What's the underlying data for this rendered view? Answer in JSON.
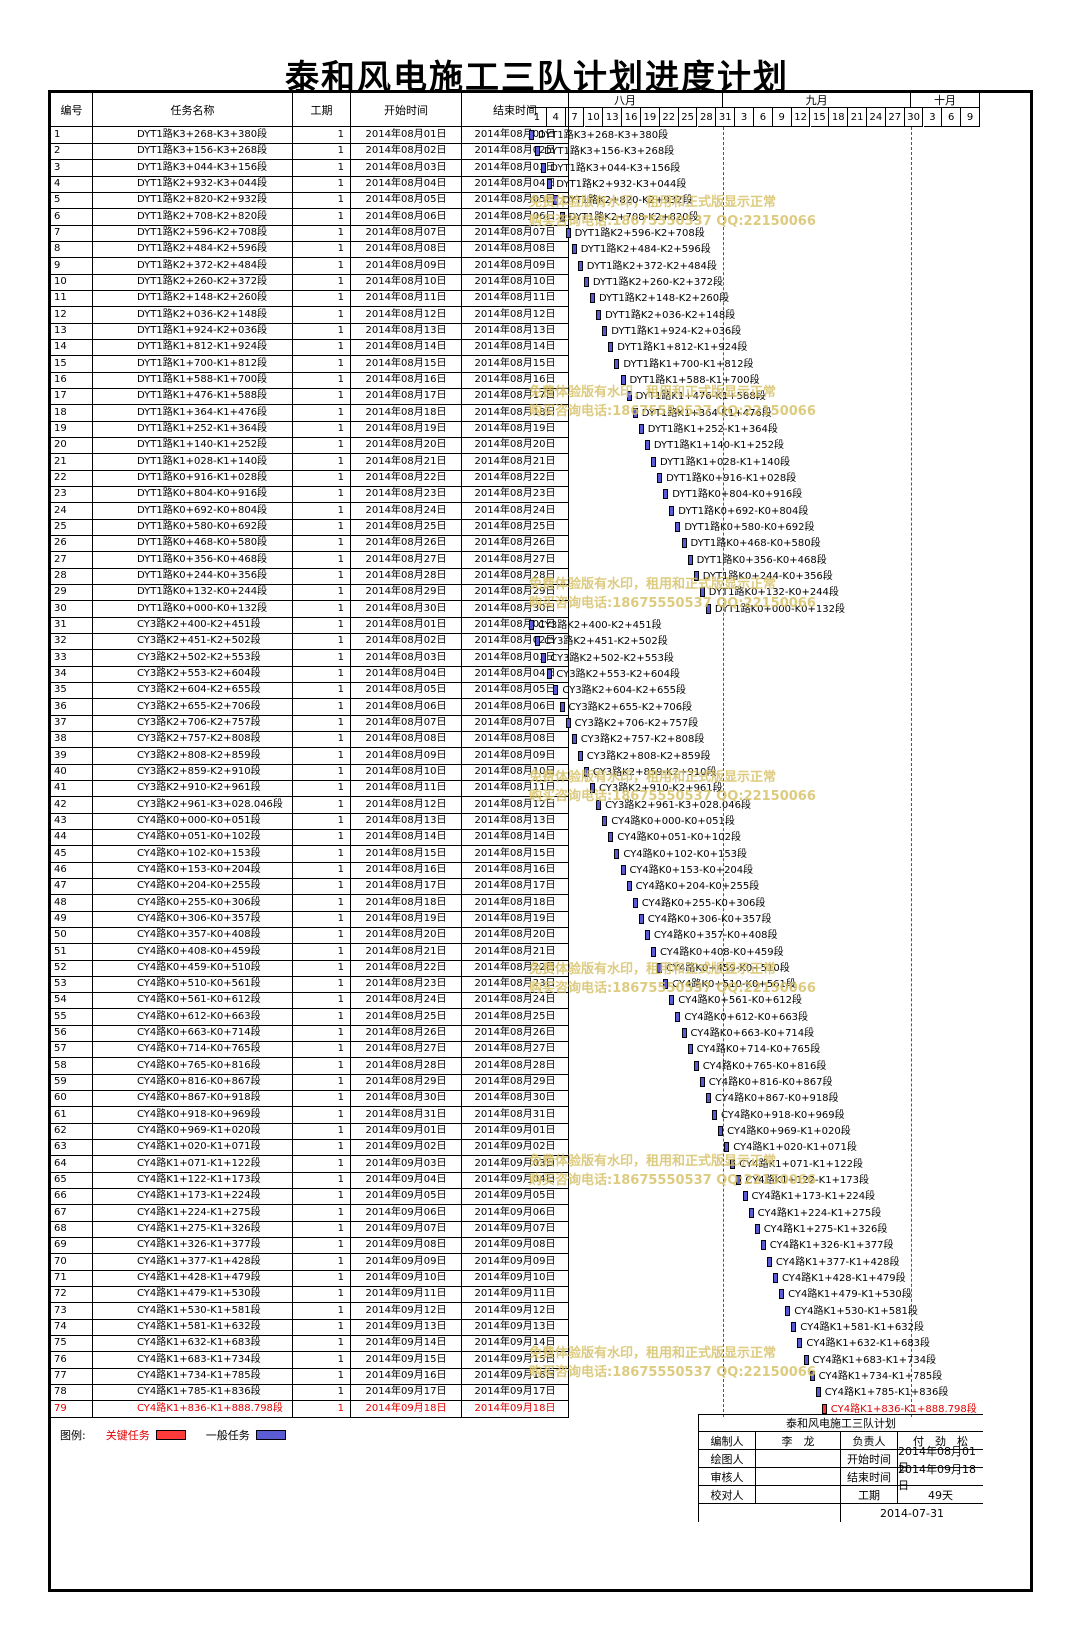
{
  "title": "泰和风电施工三队计划进度计划",
  "headers": {
    "no": "编号",
    "name": "任务名称",
    "duration": "工期",
    "start": "开始时间",
    "end": "结束时间"
  },
  "months": [
    "八月",
    "九月",
    "十月"
  ],
  "day_ticks": [
    "1",
    "4",
    "7",
    "10",
    "13",
    "16",
    "19",
    "22",
    "25",
    "28",
    "31",
    "3",
    "6",
    "9",
    "12",
    "15",
    "18",
    "21",
    "24",
    "27",
    "30",
    "3",
    "6",
    "9"
  ],
  "tasks": [
    {
      "no": "1",
      "name": "DYT1路K3+268-K3+380段",
      "duration": "1",
      "start": "2014年08月01日",
      "end": "2014年08月01日",
      "day": 0,
      "critical": false
    },
    {
      "no": "2",
      "name": "DYT1路K3+156-K3+268段",
      "duration": "1",
      "start": "2014年08月02日",
      "end": "2014年08月02日",
      "day": 1,
      "critical": false
    },
    {
      "no": "3",
      "name": "DYT1路K3+044-K3+156段",
      "duration": "1",
      "start": "2014年08月03日",
      "end": "2014年08月03日",
      "day": 2,
      "critical": false
    },
    {
      "no": "4",
      "name": "DYT1路K2+932-K3+044段",
      "duration": "1",
      "start": "2014年08月04日",
      "end": "2014年08月04日",
      "day": 3,
      "critical": false
    },
    {
      "no": "5",
      "name": "DYT1路K2+820-K2+932段",
      "duration": "1",
      "start": "2014年08月05日",
      "end": "2014年08月05日",
      "day": 4,
      "critical": false
    },
    {
      "no": "6",
      "name": "DYT1路K2+708-K2+820段",
      "duration": "1",
      "start": "2014年08月06日",
      "end": "2014年08月06日",
      "day": 5,
      "critical": false
    },
    {
      "no": "7",
      "name": "DYT1路K2+596-K2+708段",
      "duration": "1",
      "start": "2014年08月07日",
      "end": "2014年08月07日",
      "day": 6,
      "critical": false
    },
    {
      "no": "8",
      "name": "DYT1路K2+484-K2+596段",
      "duration": "1",
      "start": "2014年08月08日",
      "end": "2014年08月08日",
      "day": 7,
      "critical": false
    },
    {
      "no": "9",
      "name": "DYT1路K2+372-K2+484段",
      "duration": "1",
      "start": "2014年08月09日",
      "end": "2014年08月09日",
      "day": 8,
      "critical": false
    },
    {
      "no": "10",
      "name": "DYT1路K2+260-K2+372段",
      "duration": "1",
      "start": "2014年08月10日",
      "end": "2014年08月10日",
      "day": 9,
      "critical": false
    },
    {
      "no": "11",
      "name": "DYT1路K2+148-K2+260段",
      "duration": "1",
      "start": "2014年08月11日",
      "end": "2014年08月11日",
      "day": 10,
      "critical": false
    },
    {
      "no": "12",
      "name": "DYT1路K2+036-K2+148段",
      "duration": "1",
      "start": "2014年08月12日",
      "end": "2014年08月12日",
      "day": 11,
      "critical": false
    },
    {
      "no": "13",
      "name": "DYT1路K1+924-K2+036段",
      "duration": "1",
      "start": "2014年08月13日",
      "end": "2014年08月13日",
      "day": 12,
      "critical": false
    },
    {
      "no": "14",
      "name": "DYT1路K1+812-K1+924段",
      "duration": "1",
      "start": "2014年08月14日",
      "end": "2014年08月14日",
      "day": 13,
      "critical": false
    },
    {
      "no": "15",
      "name": "DYT1路K1+700-K1+812段",
      "duration": "1",
      "start": "2014年08月15日",
      "end": "2014年08月15日",
      "day": 14,
      "critical": false
    },
    {
      "no": "16",
      "name": "DYT1路K1+588-K1+700段",
      "duration": "1",
      "start": "2014年08月16日",
      "end": "2014年08月16日",
      "day": 15,
      "critical": false
    },
    {
      "no": "17",
      "name": "DYT1路K1+476-K1+588段",
      "duration": "1",
      "start": "2014年08月17日",
      "end": "2014年08月17日",
      "day": 16,
      "critical": false
    },
    {
      "no": "18",
      "name": "DYT1路K1+364-K1+476段",
      "duration": "1",
      "start": "2014年08月18日",
      "end": "2014年08月18日",
      "day": 17,
      "critical": false
    },
    {
      "no": "19",
      "name": "DYT1路K1+252-K1+364段",
      "duration": "1",
      "start": "2014年08月19日",
      "end": "2014年08月19日",
      "day": 18,
      "critical": false
    },
    {
      "no": "20",
      "name": "DYT1路K1+140-K1+252段",
      "duration": "1",
      "start": "2014年08月20日",
      "end": "2014年08月20日",
      "day": 19,
      "critical": false
    },
    {
      "no": "21",
      "name": "DYT1路K1+028-K1+140段",
      "duration": "1",
      "start": "2014年08月21日",
      "end": "2014年08月21日",
      "day": 20,
      "critical": false
    },
    {
      "no": "22",
      "name": "DYT1路K0+916-K1+028段",
      "duration": "1",
      "start": "2014年08月22日",
      "end": "2014年08月22日",
      "day": 21,
      "critical": false
    },
    {
      "no": "23",
      "name": "DYT1路K0+804-K0+916段",
      "duration": "1",
      "start": "2014年08月23日",
      "end": "2014年08月23日",
      "day": 22,
      "critical": false
    },
    {
      "no": "24",
      "name": "DYT1路K0+692-K0+804段",
      "duration": "1",
      "start": "2014年08月24日",
      "end": "2014年08月24日",
      "day": 23,
      "critical": false
    },
    {
      "no": "25",
      "name": "DYT1路K0+580-K0+692段",
      "duration": "1",
      "start": "2014年08月25日",
      "end": "2014年08月25日",
      "day": 24,
      "critical": false
    },
    {
      "no": "26",
      "name": "DYT1路K0+468-K0+580段",
      "duration": "1",
      "start": "2014年08月26日",
      "end": "2014年08月26日",
      "day": 25,
      "critical": false
    },
    {
      "no": "27",
      "name": "DYT1路K0+356-K0+468段",
      "duration": "1",
      "start": "2014年08月27日",
      "end": "2014年08月27日",
      "day": 26,
      "critical": false
    },
    {
      "no": "28",
      "name": "DYT1路K0+244-K0+356段",
      "duration": "1",
      "start": "2014年08月28日",
      "end": "2014年08月28日",
      "day": 27,
      "critical": false
    },
    {
      "no": "29",
      "name": "DYT1路K0+132-K0+244段",
      "duration": "1",
      "start": "2014年08月29日",
      "end": "2014年08月29日",
      "day": 28,
      "critical": false
    },
    {
      "no": "30",
      "name": "DYT1路K0+000-K0+132段",
      "duration": "1",
      "start": "2014年08月30日",
      "end": "2014年08月30日",
      "day": 29,
      "critical": false
    },
    {
      "no": "31",
      "name": "CY3路K2+400-K2+451段",
      "duration": "1",
      "start": "2014年08月01日",
      "end": "2014年08月01日",
      "day": 0,
      "critical": false
    },
    {
      "no": "32",
      "name": "CY3路K2+451-K2+502段",
      "duration": "1",
      "start": "2014年08月02日",
      "end": "2014年08月02日",
      "day": 1,
      "critical": false
    },
    {
      "no": "33",
      "name": "CY3路K2+502-K2+553段",
      "duration": "1",
      "start": "2014年08月03日",
      "end": "2014年08月03日",
      "day": 2,
      "critical": false
    },
    {
      "no": "34",
      "name": "CY3路K2+553-K2+604段",
      "duration": "1",
      "start": "2014年08月04日",
      "end": "2014年08月04日",
      "day": 3,
      "critical": false
    },
    {
      "no": "35",
      "name": "CY3路K2+604-K2+655段",
      "duration": "1",
      "start": "2014年08月05日",
      "end": "2014年08月05日",
      "day": 4,
      "critical": false
    },
    {
      "no": "36",
      "name": "CY3路K2+655-K2+706段",
      "duration": "1",
      "start": "2014年08月06日",
      "end": "2014年08月06日",
      "day": 5,
      "critical": false
    },
    {
      "no": "37",
      "name": "CY3路K2+706-K2+757段",
      "duration": "1",
      "start": "2014年08月07日",
      "end": "2014年08月07日",
      "day": 6,
      "critical": false
    },
    {
      "no": "38",
      "name": "CY3路K2+757-K2+808段",
      "duration": "1",
      "start": "2014年08月08日",
      "end": "2014年08月08日",
      "day": 7,
      "critical": false
    },
    {
      "no": "39",
      "name": "CY3路K2+808-K2+859段",
      "duration": "1",
      "start": "2014年08月09日",
      "end": "2014年08月09日",
      "day": 8,
      "critical": false
    },
    {
      "no": "40",
      "name": "CY3路K2+859-K2+910段",
      "duration": "1",
      "start": "2014年08月10日",
      "end": "2014年08月10日",
      "day": 9,
      "critical": false
    },
    {
      "no": "41",
      "name": "CY3路K2+910-K2+961段",
      "duration": "1",
      "start": "2014年08月11日",
      "end": "2014年08月11日",
      "day": 10,
      "critical": false
    },
    {
      "no": "42",
      "name": "CY3路K2+961-K3+028.046段",
      "duration": "1",
      "start": "2014年08月12日",
      "end": "2014年08月12日",
      "day": 11,
      "critical": false
    },
    {
      "no": "43",
      "name": "CY4路K0+000-K0+051段",
      "duration": "1",
      "start": "2014年08月13日",
      "end": "2014年08月13日",
      "day": 12,
      "critical": false
    },
    {
      "no": "44",
      "name": "CY4路K0+051-K0+102段",
      "duration": "1",
      "start": "2014年08月14日",
      "end": "2014年08月14日",
      "day": 13,
      "critical": false
    },
    {
      "no": "45",
      "name": "CY4路K0+102-K0+153段",
      "duration": "1",
      "start": "2014年08月15日",
      "end": "2014年08月15日",
      "day": 14,
      "critical": false
    },
    {
      "no": "46",
      "name": "CY4路K0+153-K0+204段",
      "duration": "1",
      "start": "2014年08月16日",
      "end": "2014年08月16日",
      "day": 15,
      "critical": false
    },
    {
      "no": "47",
      "name": "CY4路K0+204-K0+255段",
      "duration": "1",
      "start": "2014年08月17日",
      "end": "2014年08月17日",
      "day": 16,
      "critical": false
    },
    {
      "no": "48",
      "name": "CY4路K0+255-K0+306段",
      "duration": "1",
      "start": "2014年08月18日",
      "end": "2014年08月18日",
      "day": 17,
      "critical": false
    },
    {
      "no": "49",
      "name": "CY4路K0+306-K0+357段",
      "duration": "1",
      "start": "2014年08月19日",
      "end": "2014年08月19日",
      "day": 18,
      "critical": false
    },
    {
      "no": "50",
      "name": "CY4路K0+357-K0+408段",
      "duration": "1",
      "start": "2014年08月20日",
      "end": "2014年08月20日",
      "day": 19,
      "critical": false
    },
    {
      "no": "51",
      "name": "CY4路K0+408-K0+459段",
      "duration": "1",
      "start": "2014年08月21日",
      "end": "2014年08月21日",
      "day": 20,
      "critical": false
    },
    {
      "no": "52",
      "name": "CY4路K0+459-K0+510段",
      "duration": "1",
      "start": "2014年08月22日",
      "end": "2014年08月22日",
      "day": 21,
      "critical": false
    },
    {
      "no": "53",
      "name": "CY4路K0+510-K0+561段",
      "duration": "1",
      "start": "2014年08月23日",
      "end": "2014年08月23日",
      "day": 22,
      "critical": false
    },
    {
      "no": "54",
      "name": "CY4路K0+561-K0+612段",
      "duration": "1",
      "start": "2014年08月24日",
      "end": "2014年08月24日",
      "day": 23,
      "critical": false
    },
    {
      "no": "55",
      "name": "CY4路K0+612-K0+663段",
      "duration": "1",
      "start": "2014年08月25日",
      "end": "2014年08月25日",
      "day": 24,
      "critical": false
    },
    {
      "no": "56",
      "name": "CY4路K0+663-K0+714段",
      "duration": "1",
      "start": "2014年08月26日",
      "end": "2014年08月26日",
      "day": 25,
      "critical": false
    },
    {
      "no": "57",
      "name": "CY4路K0+714-K0+765段",
      "duration": "1",
      "start": "2014年08月27日",
      "end": "2014年08月27日",
      "day": 26,
      "critical": false
    },
    {
      "no": "58",
      "name": "CY4路K0+765-K0+816段",
      "duration": "1",
      "start": "2014年08月28日",
      "end": "2014年08月28日",
      "day": 27,
      "critical": false
    },
    {
      "no": "59",
      "name": "CY4路K0+816-K0+867段",
      "duration": "1",
      "start": "2014年08月29日",
      "end": "2014年08月29日",
      "day": 28,
      "critical": false
    },
    {
      "no": "60",
      "name": "CY4路K0+867-K0+918段",
      "duration": "1",
      "start": "2014年08月30日",
      "end": "2014年08月30日",
      "day": 29,
      "critical": false
    },
    {
      "no": "61",
      "name": "CY4路K0+918-K0+969段",
      "duration": "1",
      "start": "2014年08月31日",
      "end": "2014年08月31日",
      "day": 30,
      "critical": false
    },
    {
      "no": "62",
      "name": "CY4路K0+969-K1+020段",
      "duration": "1",
      "start": "2014年09月01日",
      "end": "2014年09月01日",
      "day": 31,
      "critical": false
    },
    {
      "no": "63",
      "name": "CY4路K1+020-K1+071段",
      "duration": "1",
      "start": "2014年09月02日",
      "end": "2014年09月02日",
      "day": 32,
      "critical": false
    },
    {
      "no": "64",
      "name": "CY4路K1+071-K1+122段",
      "duration": "1",
      "start": "2014年09月03日",
      "end": "2014年09月03日",
      "day": 33,
      "critical": false
    },
    {
      "no": "65",
      "name": "CY4路K1+122-K1+173段",
      "duration": "1",
      "start": "2014年09月04日",
      "end": "2014年09月04日",
      "day": 34,
      "critical": false
    },
    {
      "no": "66",
      "name": "CY4路K1+173-K1+224段",
      "duration": "1",
      "start": "2014年09月05日",
      "end": "2014年09月05日",
      "day": 35,
      "critical": false
    },
    {
      "no": "67",
      "name": "CY4路K1+224-K1+275段",
      "duration": "1",
      "start": "2014年09月06日",
      "end": "2014年09月06日",
      "day": 36,
      "critical": false
    },
    {
      "no": "68",
      "name": "CY4路K1+275-K1+326段",
      "duration": "1",
      "start": "2014年09月07日",
      "end": "2014年09月07日",
      "day": 37,
      "critical": false
    },
    {
      "no": "69",
      "name": "CY4路K1+326-K1+377段",
      "duration": "1",
      "start": "2014年09月08日",
      "end": "2014年09月08日",
      "day": 38,
      "critical": false
    },
    {
      "no": "70",
      "name": "CY4路K1+377-K1+428段",
      "duration": "1",
      "start": "2014年09月09日",
      "end": "2014年09月09日",
      "day": 39,
      "critical": false
    },
    {
      "no": "71",
      "name": "CY4路K1+428-K1+479段",
      "duration": "1",
      "start": "2014年09月10日",
      "end": "2014年09月10日",
      "day": 40,
      "critical": false
    },
    {
      "no": "72",
      "name": "CY4路K1+479-K1+530段",
      "duration": "1",
      "start": "2014年09月11日",
      "end": "2014年09月11日",
      "day": 41,
      "critical": false
    },
    {
      "no": "73",
      "name": "CY4路K1+530-K1+581段",
      "duration": "1",
      "start": "2014年09月12日",
      "end": "2014年09月12日",
      "day": 42,
      "critical": false
    },
    {
      "no": "74",
      "name": "CY4路K1+581-K1+632段",
      "duration": "1",
      "start": "2014年09月13日",
      "end": "2014年09月13日",
      "day": 43,
      "critical": false
    },
    {
      "no": "75",
      "name": "CY4路K1+632-K1+683段",
      "duration": "1",
      "start": "2014年09月14日",
      "end": "2014年09月14日",
      "day": 44,
      "critical": false
    },
    {
      "no": "76",
      "name": "CY4路K1+683-K1+734段",
      "duration": "1",
      "start": "2014年09月15日",
      "end": "2014年09月15日",
      "day": 45,
      "critical": false
    },
    {
      "no": "77",
      "name": "CY4路K1+734-K1+785段",
      "duration": "1",
      "start": "2014年09月16日",
      "end": "2014年09月16日",
      "day": 46,
      "critical": false
    },
    {
      "no": "78",
      "name": "CY4路K1+785-K1+836段",
      "duration": "1",
      "start": "2014年09月17日",
      "end": "2014年09月17日",
      "day": 47,
      "critical": false
    },
    {
      "no": "79",
      "name": "CY4路K1+836-K1+888.798段",
      "duration": "1",
      "start": "2014年09月18日",
      "end": "2014年09月18日",
      "day": 48,
      "critical": true
    }
  ],
  "legend": {
    "label": "图例:",
    "critical": "关键任务",
    "normal": "一般任务"
  },
  "colors": {
    "critical": "#ff3a3a",
    "normal": "#5b5bd6",
    "critical_text": "#e00000",
    "watermark": "#d8c26a"
  },
  "info": {
    "project": "泰和风电施工三队计划",
    "editor_label": "编制人",
    "editor": "李　龙",
    "owner_label": "负责人",
    "owner": "付　劲　松",
    "drawer_label": "绘图人",
    "start_label": "开始时间",
    "start": "2014年08月01日",
    "reviewer_label": "审核人",
    "end_label": "结束时间",
    "end": "2014年09月18日",
    "checker_label": "校对人",
    "duration_label": "工期",
    "duration": "49天",
    "date": "2014-07-31"
  },
  "watermark": {
    "line1": "免费体验版有水印，租用和正式版显示正常",
    "line2": "购买咨询电话:18675550537 QQ:22150066"
  }
}
